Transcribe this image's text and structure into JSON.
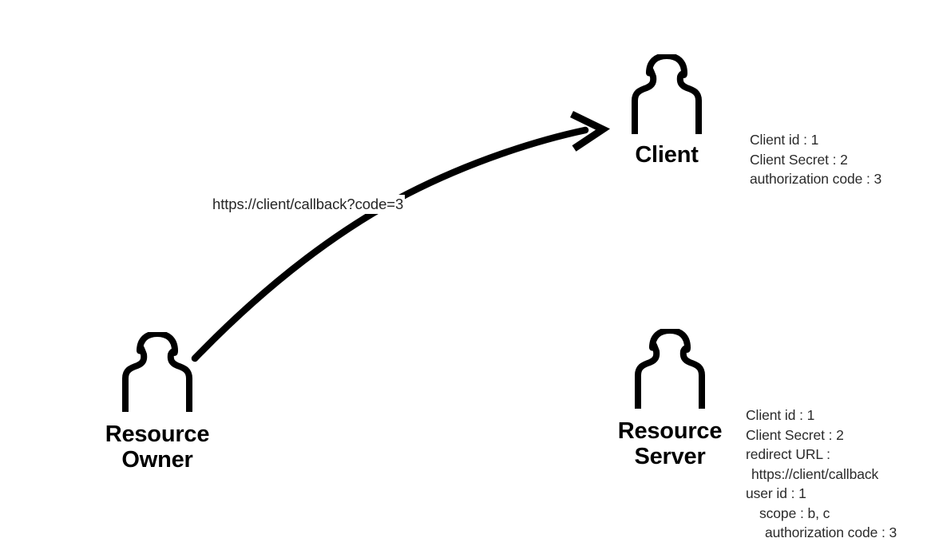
{
  "diagram": {
    "type": "oauth-authorization-code-flow",
    "background_color": "#ffffff",
    "stroke_color": "#000000",
    "text_color": "#2b2b2b"
  },
  "actors": {
    "client": {
      "label": "Client",
      "icon": "person-icon"
    },
    "resource_owner": {
      "label": "Resource\nOwner",
      "icon": "person-icon"
    },
    "resource_server": {
      "label": "Resource\nServer",
      "icon": "person-icon"
    }
  },
  "arrow": {
    "label": "https://client/callback?code=3",
    "from": "resource_owner",
    "to": "client",
    "style": "curved-arrow"
  },
  "notes": {
    "client": [
      {
        "text": "Client id : 1",
        "indent": 0
      },
      {
        "text": "Client Secret : 2",
        "indent": 0
      },
      {
        "text": "authorization code : 3",
        "indent": 0
      }
    ],
    "resource_server": [
      {
        "text": "Client id : 1",
        "indent": 0
      },
      {
        "text": "Client Secret : 2",
        "indent": 0
      },
      {
        "text": "redirect URL :",
        "indent": 0
      },
      {
        "text": "https://client/callback",
        "indent": 1
      },
      {
        "text": "user id : 1",
        "indent": 0
      },
      {
        "text": "scope : b, c",
        "indent": 2
      },
      {
        "text": "authorization code : 3",
        "indent": 3
      }
    ]
  }
}
